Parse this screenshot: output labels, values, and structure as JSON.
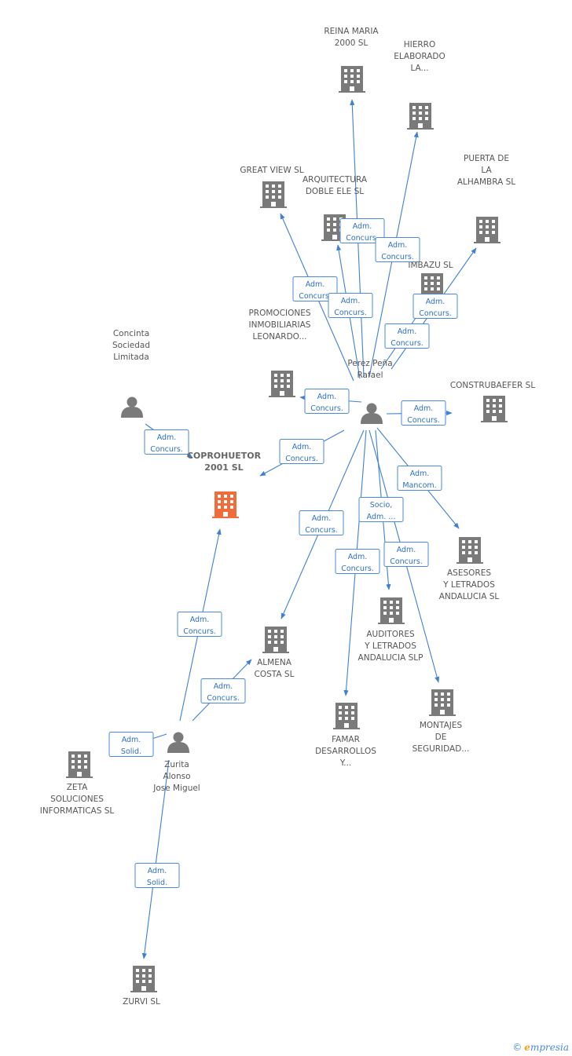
{
  "colors": {
    "edge": "#3f80d4",
    "node": "#7a7a7a",
    "focus": "#f26b3a"
  },
  "nodes": [
    {
      "id": "coprohuetor",
      "type": "company",
      "focus": true,
      "label": [
        "COPROHUETOR",
        "2001 SL"
      ]
    },
    {
      "id": "perez",
      "type": "person",
      "label": [
        "Perez Peña",
        "Rafael"
      ]
    },
    {
      "id": "zurita",
      "type": "person",
      "label": [
        "Zurita",
        "Alonso",
        "Jose Miguel"
      ]
    },
    {
      "id": "concinta",
      "type": "person",
      "label": [
        "Concinta",
        "Sociedad",
        "Limitada"
      ]
    },
    {
      "id": "reina",
      "type": "company",
      "label": [
        "REINA MARIA",
        "2000 SL"
      ]
    },
    {
      "id": "hierro",
      "type": "company",
      "label": [
        "HIERRO",
        "ELABORADO",
        "LA..."
      ]
    },
    {
      "id": "greatview",
      "type": "company",
      "label": [
        "GREAT VIEW SL"
      ]
    },
    {
      "id": "arquitectura",
      "type": "company",
      "label": [
        "ARQUITECTURA",
        "DOBLE ELE SL"
      ]
    },
    {
      "id": "puerta",
      "type": "company",
      "label": [
        "PUERTA DE",
        "LA",
        "ALHAMBRA SL"
      ]
    },
    {
      "id": "imbazu",
      "type": "company",
      "label": [
        "IMBAZU SL"
      ]
    },
    {
      "id": "promociones",
      "type": "company",
      "label": [
        "PROMOCIONES",
        "INMOBILIARIAS",
        "LEONARDO..."
      ]
    },
    {
      "id": "construbaefer",
      "type": "company",
      "label": [
        "CONSTRUBAEFER SL"
      ]
    },
    {
      "id": "asesores",
      "type": "company",
      "label": [
        "ASESORES",
        "Y LETRADOS",
        "ANDALUCIA SL"
      ]
    },
    {
      "id": "auditores",
      "type": "company",
      "label": [
        "AUDITORES",
        "Y LETRADOS",
        "ANDALUCIA SLP"
      ]
    },
    {
      "id": "almena",
      "type": "company",
      "label": [
        "ALMENA",
        "COSTA SL"
      ]
    },
    {
      "id": "famar",
      "type": "company",
      "label": [
        "FAMAR",
        "DESARROLLOS",
        "Y..."
      ]
    },
    {
      "id": "montajes",
      "type": "company",
      "label": [
        "MONTAJES",
        "DE",
        "SEGURIDAD..."
      ]
    },
    {
      "id": "zeta",
      "type": "company",
      "label": [
        "ZETA",
        "SOLUCIONES",
        "INFORMATICAS SL"
      ]
    },
    {
      "id": "zurvi",
      "type": "company",
      "label": [
        "ZURVI SL"
      ]
    }
  ],
  "edges": [
    {
      "from": "perez",
      "to": "reina",
      "label": [
        "Adm.",
        "Concurs."
      ]
    },
    {
      "from": "perez",
      "to": "hierro",
      "label": [
        "Adm.",
        "Concurs."
      ]
    },
    {
      "from": "perez",
      "to": "greatview",
      "label": [
        "Adm.",
        "Concurs."
      ]
    },
    {
      "from": "perez",
      "to": "arquitectura",
      "label": [
        "Adm.",
        "Concurs."
      ]
    },
    {
      "from": "perez",
      "to": "puerta",
      "label": [
        "Adm.",
        "Concurs."
      ]
    },
    {
      "from": "perez",
      "to": "imbazu",
      "label": [
        "Adm.",
        "Concurs."
      ]
    },
    {
      "from": "perez",
      "to": "promociones",
      "label": [
        "Adm.",
        "Concurs."
      ]
    },
    {
      "from": "perez",
      "to": "construbaefer",
      "label": [
        "Adm.",
        "Concurs."
      ]
    },
    {
      "from": "perez",
      "to": "coprohuetor",
      "label": [
        "Adm.",
        "Concurs."
      ]
    },
    {
      "from": "perez",
      "to": "asesores",
      "label": [
        "Adm.",
        "Mancom."
      ]
    },
    {
      "from": "perez",
      "to": "auditores",
      "label": [
        "Socio,",
        "Adm. ..."
      ]
    },
    {
      "from": "perez",
      "to": "almena",
      "label": [
        "Adm.",
        "Concurs."
      ]
    },
    {
      "from": "perez",
      "to": "famar",
      "label": [
        "Adm.",
        "Concurs."
      ]
    },
    {
      "from": "perez",
      "to": "montajes",
      "label": [
        "Adm.",
        "Concurs."
      ]
    },
    {
      "from": "concinta",
      "to": "coprohuetor",
      "label": [
        "Adm.",
        "Concurs."
      ]
    },
    {
      "from": "zurita",
      "to": "coprohuetor",
      "label": [
        "Adm.",
        "Concurs."
      ]
    },
    {
      "from": "zurita",
      "to": "almena",
      "label": [
        "Adm.",
        "Concurs."
      ]
    },
    {
      "from": "zurita",
      "to": "zeta",
      "label": [
        "Adm.",
        "Solid."
      ]
    },
    {
      "from": "zurita",
      "to": "zurvi",
      "label": [
        "Adm.",
        "Solid."
      ]
    }
  ],
  "footer": {
    "copyright": "©",
    "brand_initial": "e",
    "brand_rest": "mpresia"
  }
}
